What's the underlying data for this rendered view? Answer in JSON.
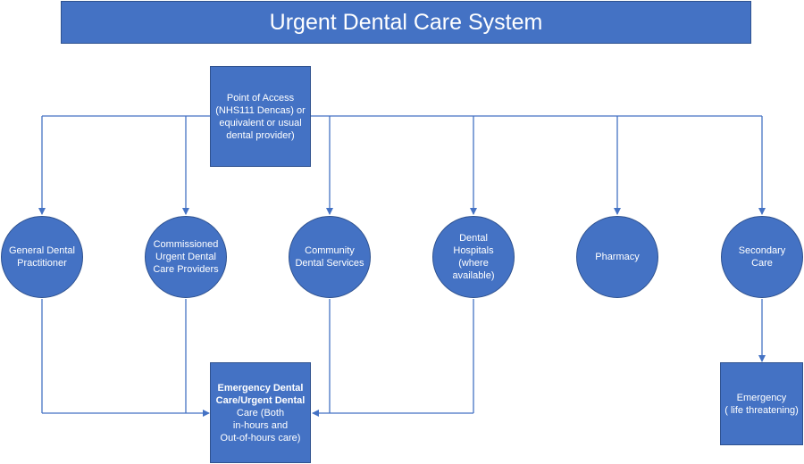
{
  "title": "Urgent Dental Care System",
  "colors": {
    "fill": "#4472c4",
    "border": "#2f528f",
    "text": "#ffffff",
    "connector": "#4472c4"
  },
  "access_point": {
    "lines": [
      "Point of Access",
      "(NHS111 Dencas) or",
      "equivalent or usual",
      "dental provider)"
    ]
  },
  "services": [
    {
      "lines": [
        "General Dental",
        "Practitioner"
      ]
    },
    {
      "lines": [
        "Commissioned",
        "Urgent Dental",
        "Care Providers"
      ]
    },
    {
      "lines": [
        "Community",
        "Dental Services"
      ]
    },
    {
      "lines": [
        "Dental",
        "Hospitals",
        "(where",
        "available)"
      ]
    },
    {
      "lines": [
        "Pharmacy"
      ]
    },
    {
      "lines": [
        "Secondary",
        "Care"
      ]
    }
  ],
  "emergency_dental_care": {
    "bold_lines": [
      "Emergency Dental",
      "Care/Urgent Dental"
    ],
    "lines": [
      "Care (Both",
      "in-hours and",
      "Out-of-hours care)"
    ]
  },
  "emergency_life": {
    "lines": [
      "Emergency",
      "( life threatening)"
    ]
  }
}
